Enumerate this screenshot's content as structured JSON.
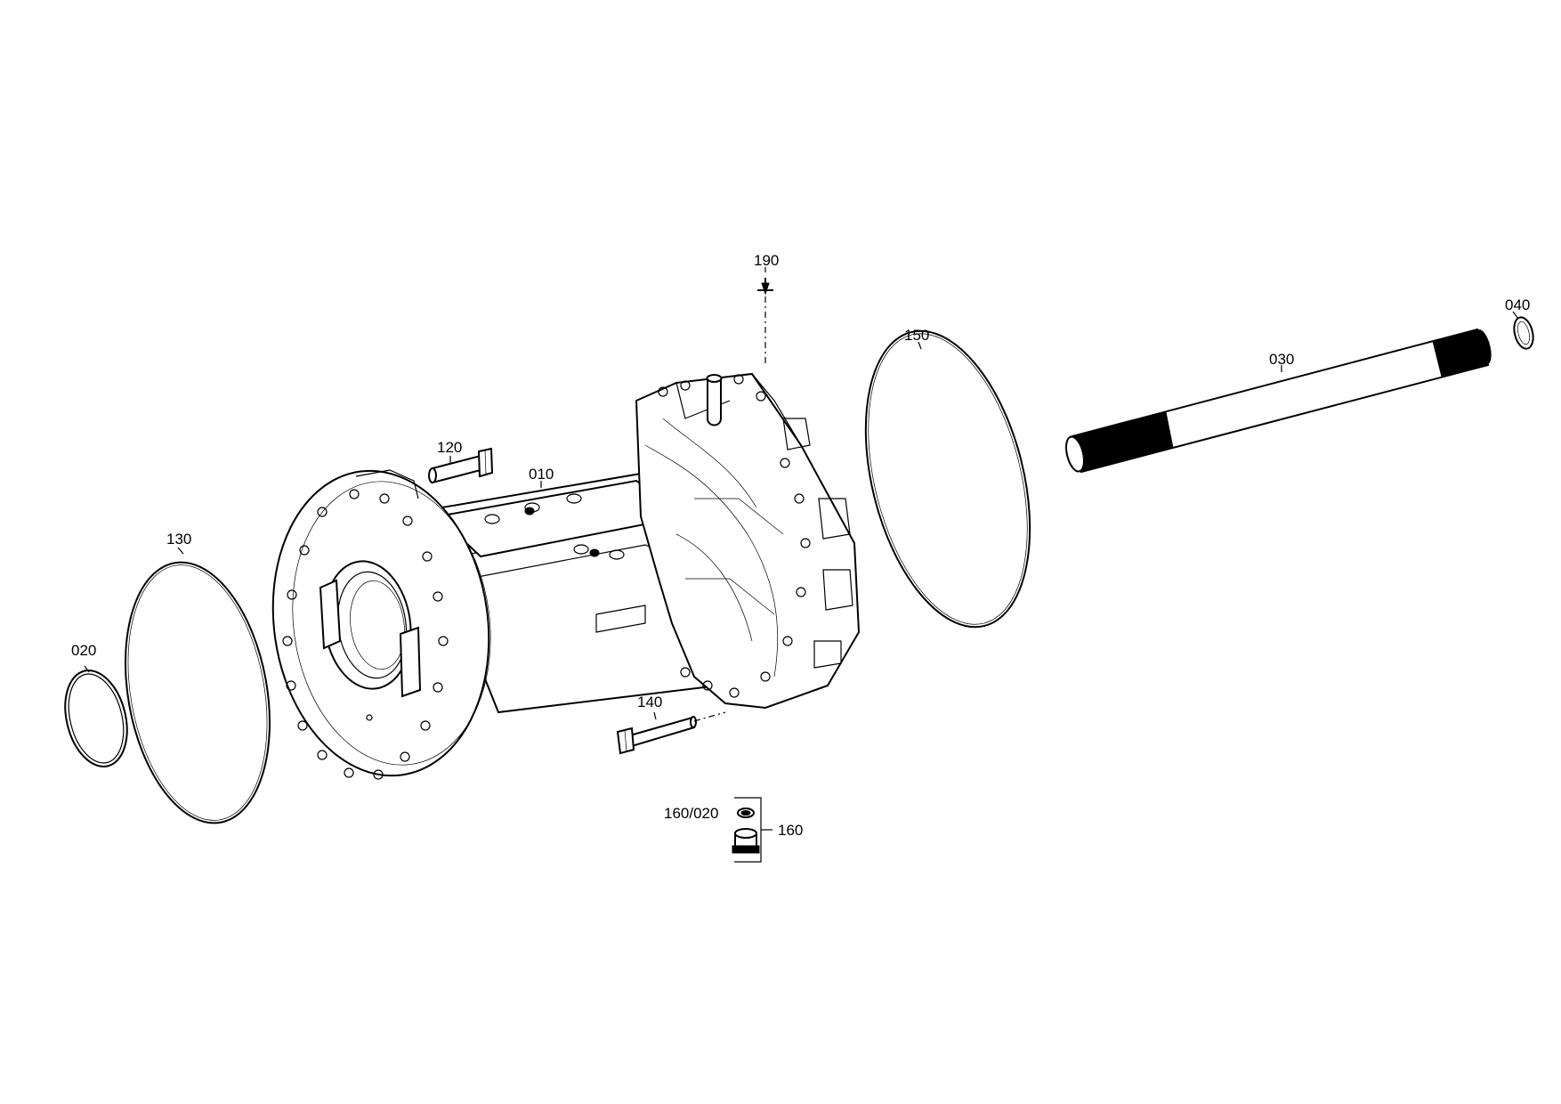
{
  "diagram": {
    "colors": {
      "line": "#000000",
      "background": "#ffffff"
    },
    "callouts": {
      "c190": "190",
      "c040": "040",
      "c150": "150",
      "c030": "030",
      "c120": "120",
      "c010": "010",
      "c130": "130",
      "c020": "020",
      "c140": "140",
      "c160_020": "160/020",
      "c160": "160"
    }
  }
}
